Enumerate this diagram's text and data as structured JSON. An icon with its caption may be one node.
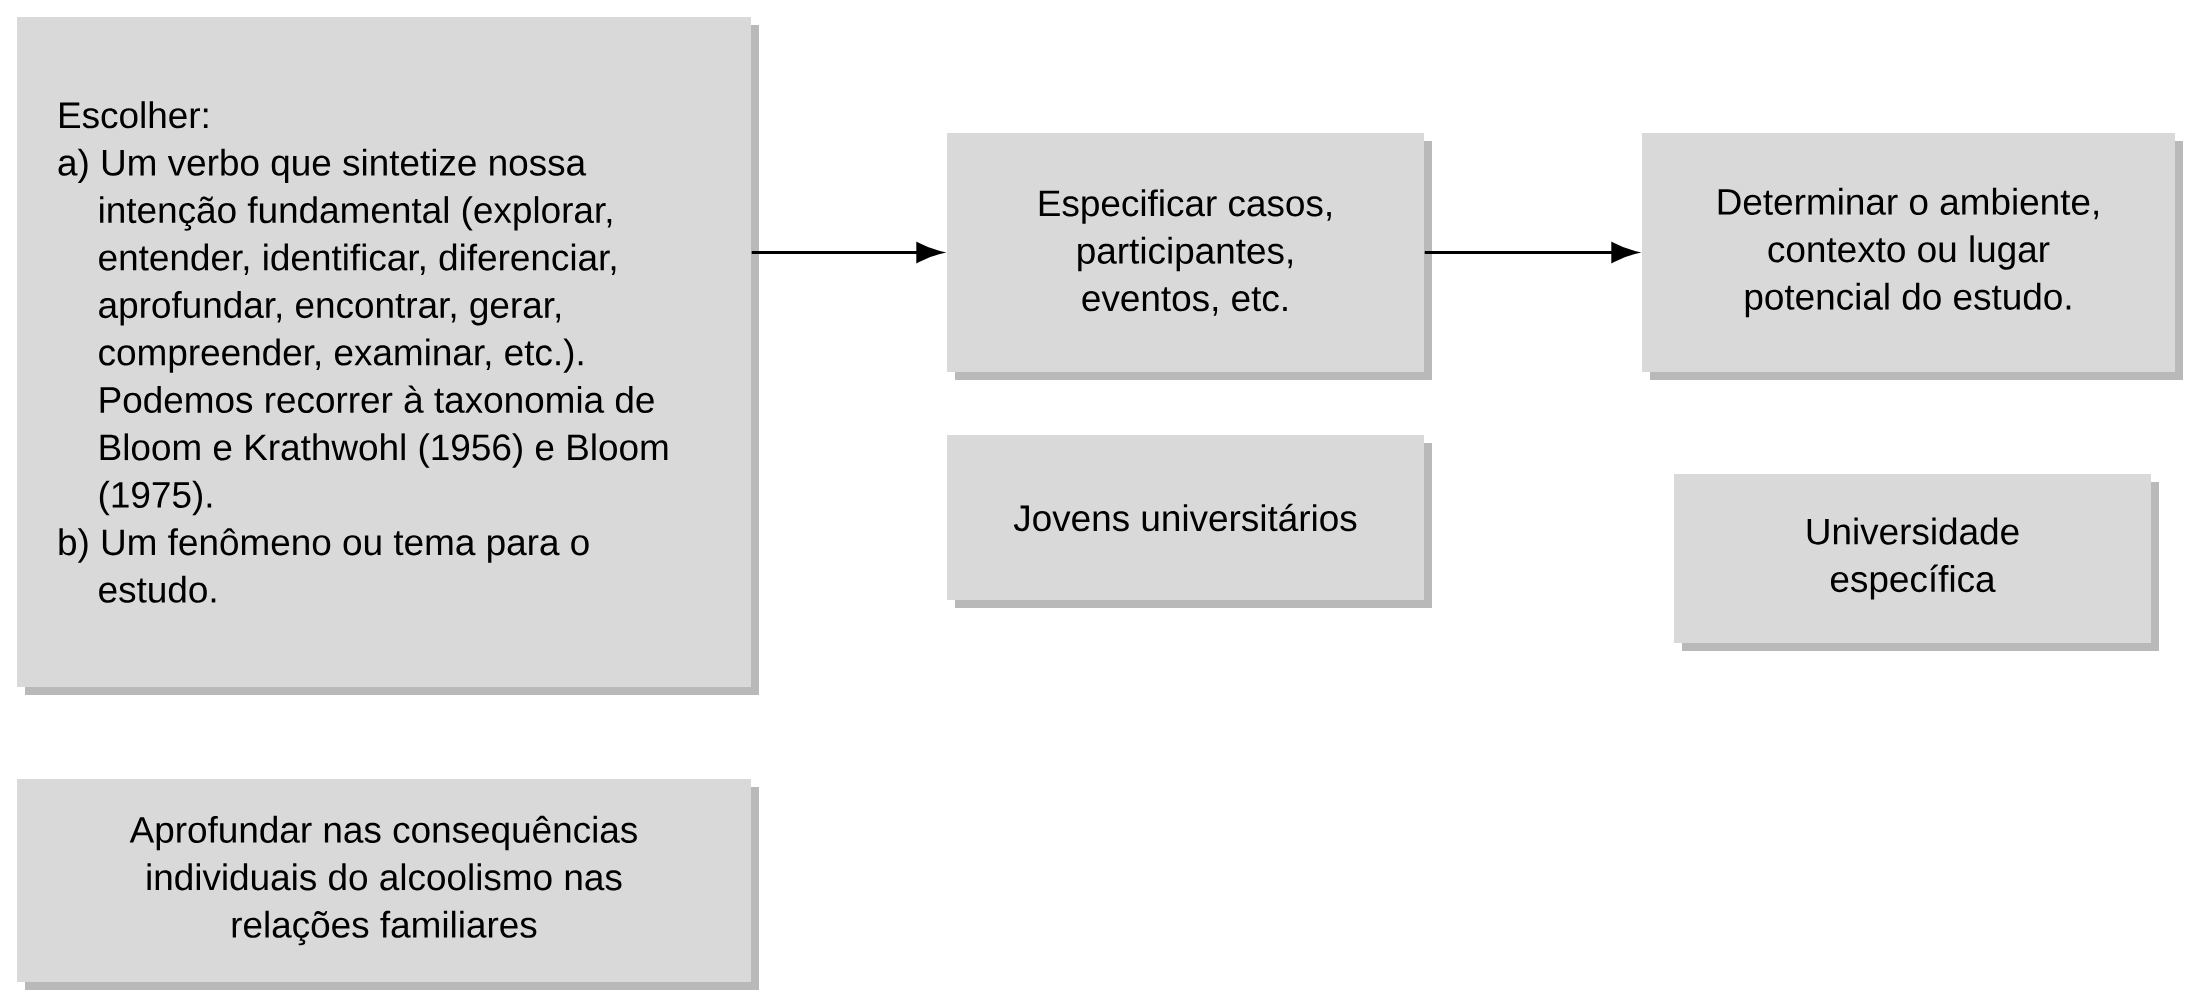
{
  "diagram": {
    "nodes": [
      {
        "text": [
          "Escolher:",
          "a) Um verbo que sintetize nossa intenção fundamental (explorar, entender, identificar, diferenciar, aprofundar, encontrar, gerar, compreender, examinar, etc.). Podemos recorrer à taxonomia de Bloom e Krathwohl (1956) e Bloom (1975).",
          "b) Um fenômeno ou tema para o estudo."
        ]
      },
      {
        "text": [
          "Especificar casos, participantes, eventos, etc."
        ]
      },
      {
        "text": [
          "Determinar o ambiente, contexto ou lugar potencial do estudo."
        ]
      },
      {
        "text": [
          "Jovens universitários"
        ]
      },
      {
        "text": [
          "Universidade específica"
        ]
      },
      {
        "text": [
          "Aprofundar nas consequências individuais do alcoolismo nas relações familiares"
        ]
      }
    ],
    "edges": [
      {
        "from": 0,
        "to": 1,
        "arrow": "to"
      },
      {
        "from": 1,
        "to": 2,
        "arrow": "to"
      }
    ]
  }
}
